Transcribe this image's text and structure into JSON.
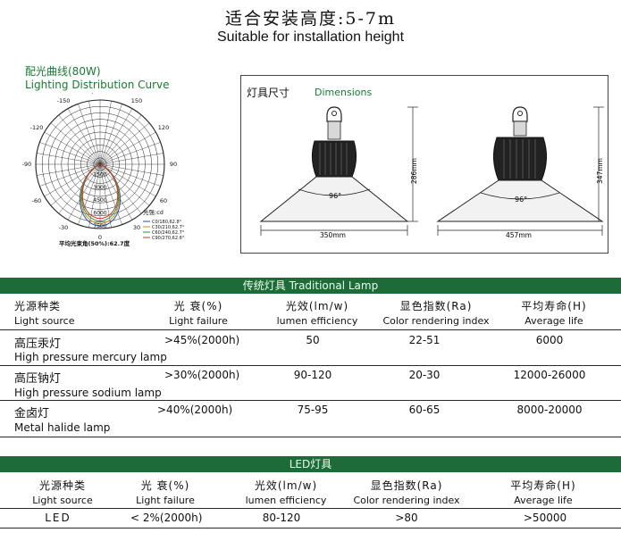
{
  "header": {
    "title_cn": "适合安装高度:5-7m",
    "title_en": "Suitable for installation height"
  },
  "curve": {
    "title_cn": "配光曲线(80W)",
    "title_en": "Lighting Distribution Curve",
    "angle_labels": [
      "-/+180",
      "-150",
      "150",
      "-120",
      "120",
      "-90",
      "90",
      "-60",
      "60",
      "-30",
      "30",
      "0"
    ],
    "radial_labels": [
      "1500",
      "3000",
      "4500",
      "6000",
      "7500"
    ],
    "unit_label": "光强:cd",
    "legend": [
      "C0/180,62.8°",
      "C30/210,62.7°",
      "C60/240,62.7°",
      "C90/270,62.6°"
    ],
    "legend_colors": [
      "#1f4fb5",
      "#d08a1a",
      "#2a8f3a",
      "#c0392b"
    ],
    "beam_angle": "平均光束角(50%):62.7度"
  },
  "dimensions": {
    "title_cn": "灯具尺寸",
    "title_en": "Dimensions",
    "lamp1": {
      "angle": "96°",
      "height": "286mm",
      "width": "350mm"
    },
    "lamp2": {
      "angle": "96°",
      "height": "347mm",
      "width": "457mm"
    }
  },
  "traditional": {
    "bar_title": "传统灯具  Traditional Lamp",
    "columns_cn": [
      "光源种类",
      "光  衰(%)",
      "光效(lm/w)",
      "显色指数(Ra)",
      "平均寿命(H)"
    ],
    "columns_en": [
      "Light source",
      "Light failure",
      "lumen efficiency",
      "Color rendering index",
      "Average life"
    ],
    "rows": [
      {
        "name_cn": "高压汞灯",
        "name_en": "High pressure mercury lamp",
        "failure": ">45%(2000h)",
        "efficiency": "50",
        "cri": "22-51",
        "life": "6000"
      },
      {
        "name_cn": "高压钠灯",
        "name_en": "High pressure sodium lamp",
        "failure": ">30%(2000h)",
        "efficiency": "90-120",
        "cri": "20-30",
        "life": "12000-26000"
      },
      {
        "name_cn": "金卤灯",
        "name_en": "Metal halide lamp",
        "failure": ">40%(2000h)",
        "efficiency": "75-95",
        "cri": "60-65",
        "life": "8000-20000"
      }
    ]
  },
  "led": {
    "bar_title": "LED灯具",
    "columns_cn": [
      "光源种类",
      "光  衰(%)",
      "光效(lm/w)",
      "显色指数(Ra)",
      "平均寿命(H)"
    ],
    "columns_en": [
      "Light source",
      "Light failure",
      "lumen efficiency",
      "Color rendering index",
      "Average life"
    ],
    "row": {
      "name": "LED",
      "failure": "< 2%(2000h)",
      "efficiency": "80-120",
      "cri": ">80",
      "life": ">50000"
    }
  }
}
